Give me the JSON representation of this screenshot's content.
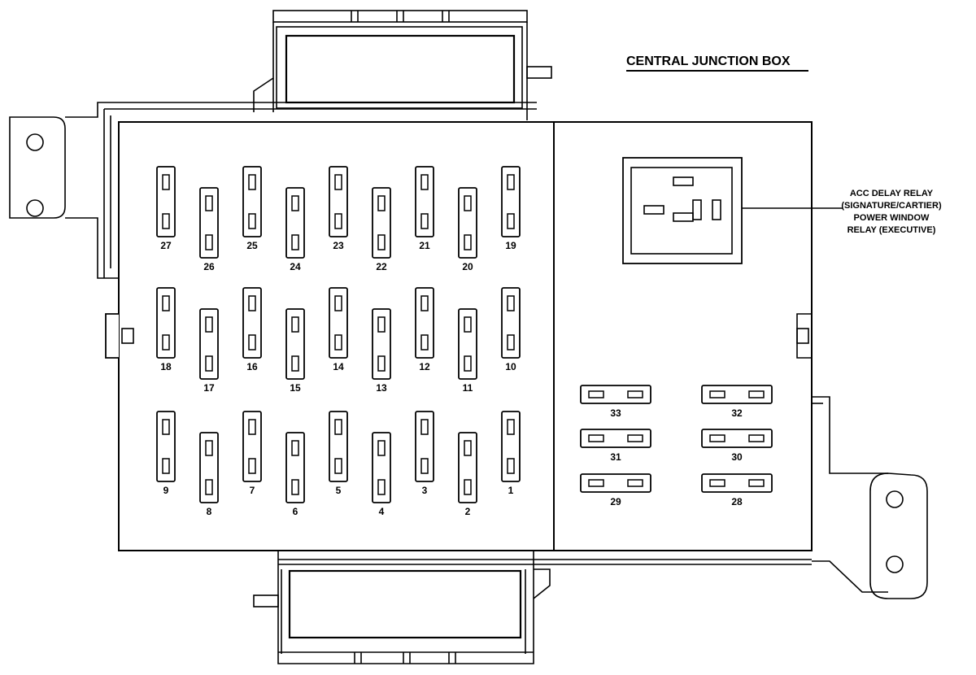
{
  "title": "CENTRAL JUNCTION BOX",
  "relay_label": {
    "lines": [
      "ACC DELAY RELAY",
      "(SIGNATURE/CARTIER)",
      "POWER WINDOW",
      "RELAY (EXECUTIVE)"
    ]
  },
  "vertical_fuses": [
    "27",
    "26",
    "25",
    "24",
    "23",
    "22",
    "21",
    "20",
    "19",
    "18",
    "17",
    "16",
    "15",
    "14",
    "13",
    "12",
    "11",
    "10",
    "9",
    "8",
    "7",
    "6",
    "5",
    "4",
    "3",
    "2",
    "1"
  ],
  "horizontal_fuses": [
    "33",
    "32",
    "31",
    "30",
    "29",
    "28"
  ]
}
